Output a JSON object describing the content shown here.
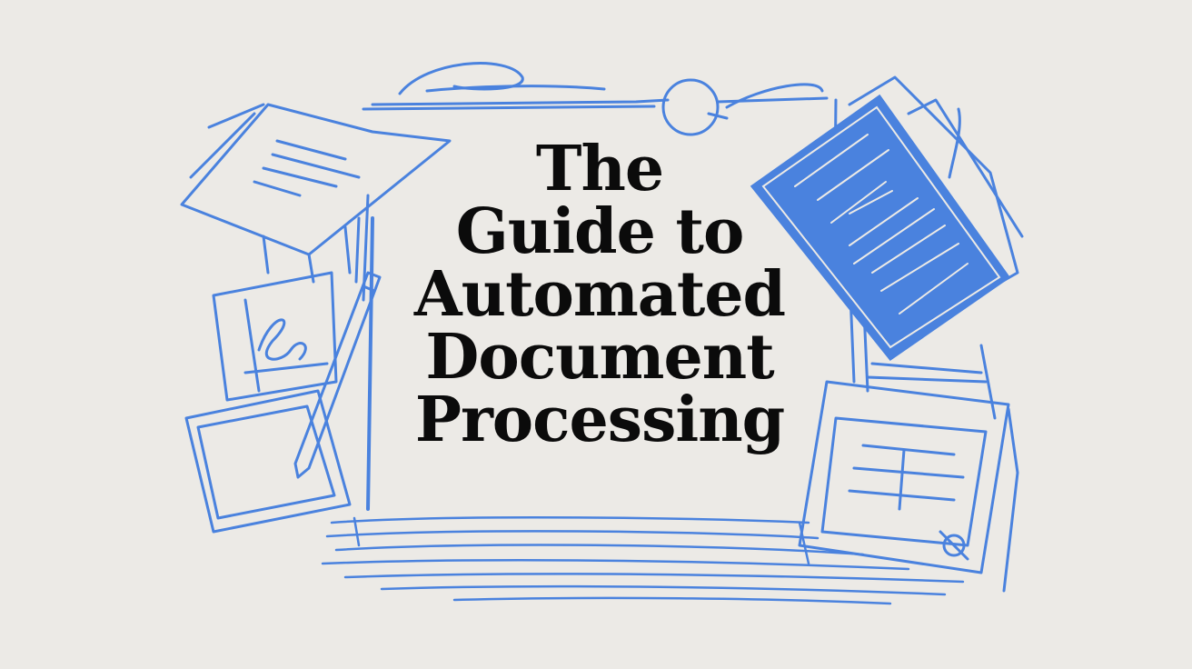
{
  "title": {
    "lines": [
      "The",
      "Guide to",
      "Automated",
      "Document",
      "Processing"
    ]
  },
  "colors": {
    "background": "#ECEAE6",
    "accent": "#4A82DE",
    "text": "#0B0B0B"
  },
  "illustration": {
    "elements": [
      "scribble-frame",
      "stacked-documents-left",
      "signature-card",
      "pen",
      "clipboard-card",
      "magnifier-circle",
      "filled-document-right",
      "form-card-right"
    ]
  }
}
